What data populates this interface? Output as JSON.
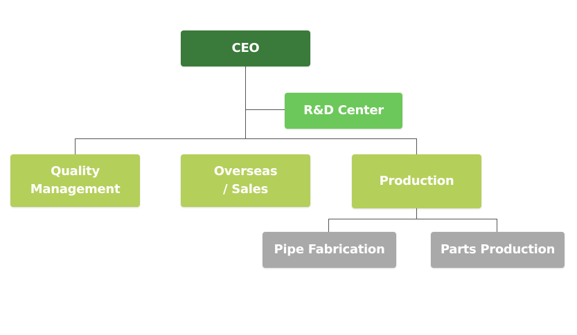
{
  "org_chart": {
    "ceo": "CEO",
    "rd_center": "R&D Center",
    "departments": [
      "Quality\nManagement",
      "Overseas\n/ Sales",
      "Production"
    ],
    "production_units": [
      "Pipe Fabrication",
      "Parts Production"
    ],
    "colors": {
      "ceo": "#3a7a3a",
      "rd_center": "#6cc85a",
      "departments": "#b5cf5b",
      "production_units": "#a9a9a9",
      "connector": "#555555"
    }
  }
}
